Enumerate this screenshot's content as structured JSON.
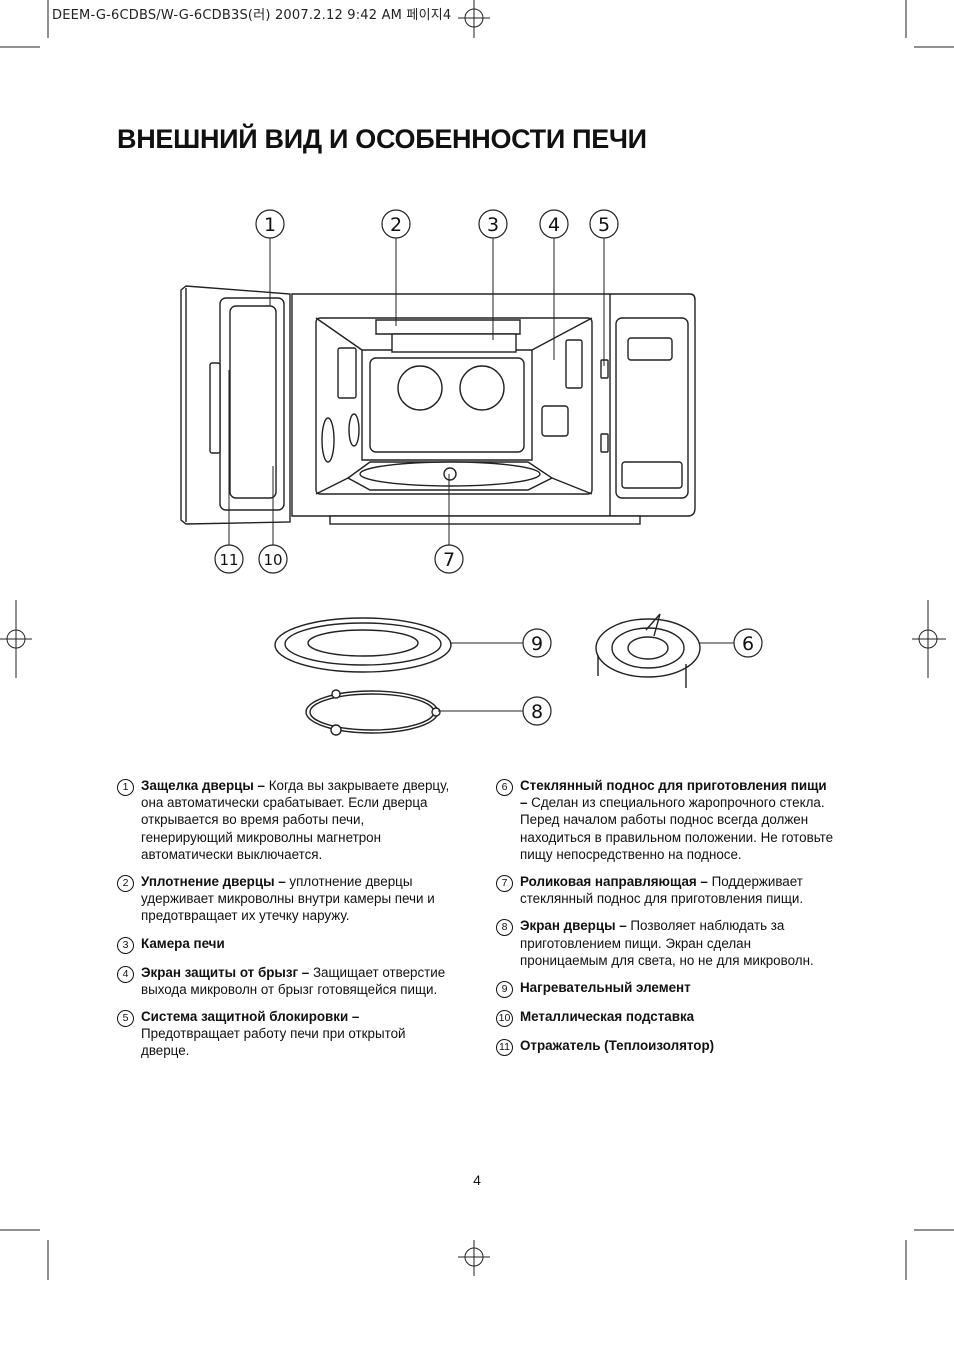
{
  "header": {
    "print_info": "DEEM-G-6CDBS/W-G-6CDB3S(러) 2007.2.12 9:42 AM 페이지4"
  },
  "title": "ВНЕШНИЙ ВИД И ОСОБЕННОСТИ ПЕЧИ",
  "callouts": {
    "c1": "1",
    "c2": "2",
    "c3": "3",
    "c4": "4",
    "c5": "5",
    "c6": "6",
    "c7": "7",
    "c8": "8",
    "c9": "9",
    "c10": "10",
    "c11": "11"
  },
  "items_left": [
    {
      "num": "1",
      "title": "Защелка дверцы –",
      "text": " Когда вы закрываете дверцу, она автоматически срабатывает. Если дверца открывается во время работы печи, генерирующий микроволны магнетрон автоматически выключается."
    },
    {
      "num": "2",
      "title": "Уплотнение дверцы –",
      "text": " уплотнение дверцы удерживает микроволны внутри камеры печи и предотвращает их утечку наружу."
    },
    {
      "num": "3",
      "title": "Камера печи",
      "text": ""
    },
    {
      "num": "4",
      "title": "Экран защиты от брызг –",
      "text": " Защищает отверстие выхода микроволн от брызг готовящейся пищи."
    },
    {
      "num": "5",
      "title": "Система защитной блокировки –",
      "text": " Предотвращает работу печи при открытой дверце."
    }
  ],
  "items_right": [
    {
      "num": "6",
      "title": "Стеклянный поднос для приготовления пищи –",
      "text": " Сделан из специального жаропрочного стекла. Перед началом работы поднос всегда должен находиться в правильном положении. Не готовьте пищу непосредственно на подносе."
    },
    {
      "num": "7",
      "title": "Роликовая направляющая –",
      "text": " Поддерживает стеклянный поднос для приготовления пищи."
    },
    {
      "num": "8",
      "title": "Экран дверцы –",
      "text": " Позволяет наблюдать за приготовлением пищи. Экран сделан проницаемым для света, но не для микроволн."
    },
    {
      "num": "9",
      "title": "Нагревательный элемент",
      "text": ""
    },
    {
      "num": "10",
      "title": "Металлическая подставка",
      "text": ""
    },
    {
      "num": "11",
      "title": "Отражатель (Теплоизолятор)",
      "text": ""
    }
  ],
  "page_number": "4"
}
